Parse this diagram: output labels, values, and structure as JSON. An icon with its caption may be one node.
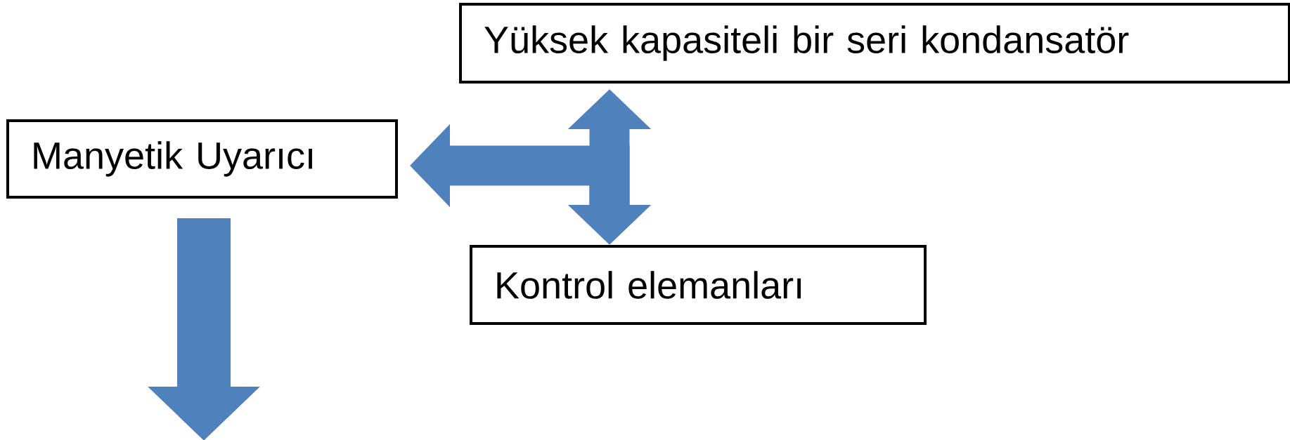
{
  "diagram": {
    "nodes": [
      {
        "text": [
          "Manyetik Uyarıcı"
        ]
      },
      {
        "text": [
          "Yüksek kapasiteli bir seri kondansatör"
        ]
      },
      {
        "text": [
          "Kontrol elemanları"
        ]
      }
    ],
    "edges": [
      {
        "from": 1,
        "to": 2,
        "arrow": "both"
      },
      {
        "from": 2,
        "to": 0,
        "arrow": "to"
      },
      {
        "from": 0,
        "to": null,
        "arrow": "to"
      }
    ]
  }
}
